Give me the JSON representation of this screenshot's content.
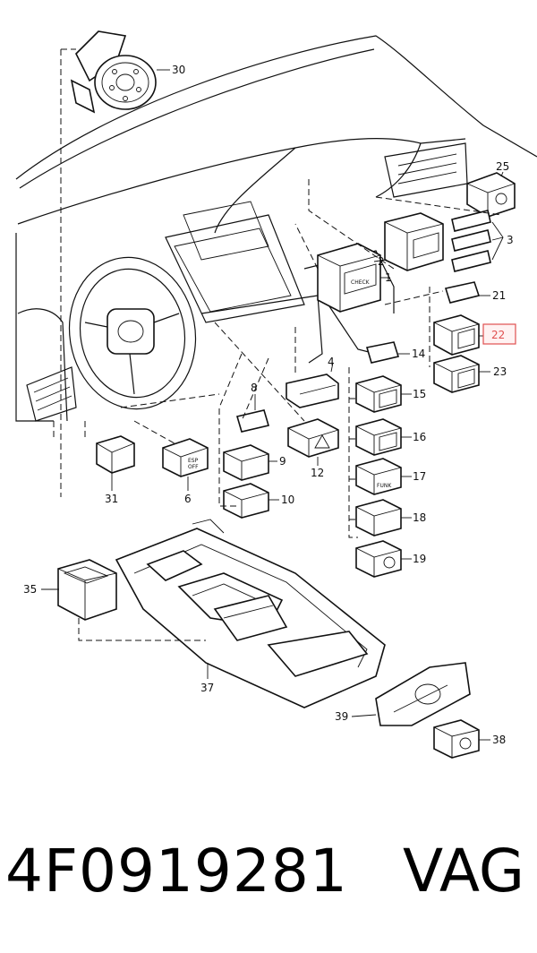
{
  "diagram": {
    "callouts": [
      "30",
      "25",
      "3",
      "2",
      "1",
      "21",
      "22",
      "23",
      "14",
      "4",
      "15",
      "8",
      "16",
      "9",
      "12",
      "17",
      "31",
      "6",
      "10",
      "18",
      "19",
      "35",
      "37",
      "39",
      "38"
    ],
    "highlighted_callout": "22",
    "highlight_color": "#e05050",
    "switch_texts": {
      "esp": "ESP\nOFF",
      "check": "CHECK",
      "funk": "FUNK"
    }
  },
  "footer": {
    "part_number": "4F0919281",
    "brand": "VAG"
  }
}
